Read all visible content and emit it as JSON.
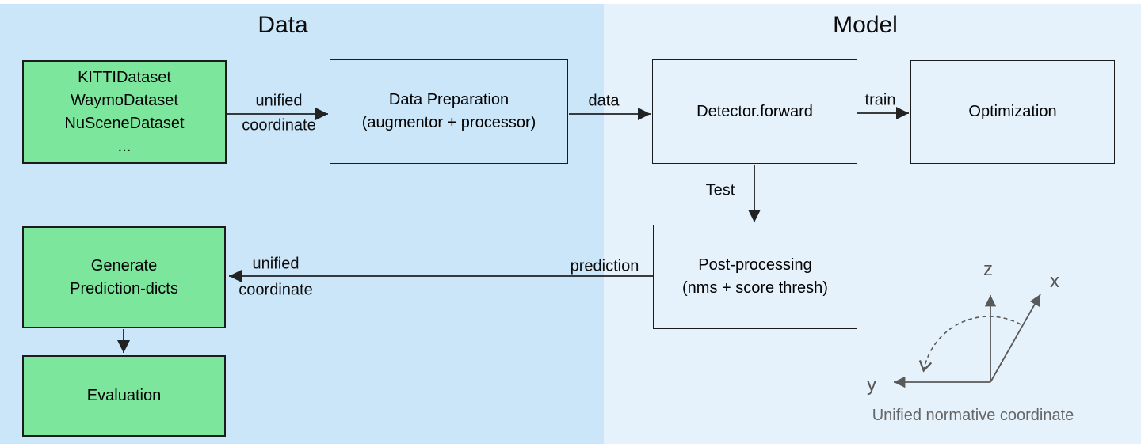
{
  "panels": {
    "data": {
      "title": "Data"
    },
    "model": {
      "title": "Model"
    }
  },
  "nodes": {
    "datasets": {
      "lines": [
        "KITTIDataset",
        "WaymoDataset",
        "NuSceneDataset",
        "..."
      ]
    },
    "data_preparation": {
      "lines": [
        "Data Preparation",
        "(augmentor + processor)"
      ]
    },
    "detector": {
      "label": "Detector.forward"
    },
    "optimization": {
      "label": "Optimization"
    },
    "post_processing": {
      "lines": [
        "Post-processing",
        "(nms + score thresh)"
      ]
    },
    "generate_prediction": {
      "lines": [
        "Generate",
        "Prediction-dicts"
      ]
    },
    "evaluation": {
      "label": "Evaluation"
    }
  },
  "edges": {
    "top_unified": {
      "line1": "unified",
      "line2": "coordinate"
    },
    "data_label": "data",
    "train_label": "train",
    "test_label": "Test",
    "prediction_label": "prediction",
    "bottom_unified": {
      "line1": "unified",
      "line2": "coordinate"
    }
  },
  "coordinate_sketch": {
    "axis_z": "z",
    "axis_x": "x",
    "axis_y": "y",
    "caption": "Unified normative coordinate"
  },
  "colors": {
    "panel_data_bg": "#cbe6f8",
    "panel_model_bg": "#e5f2fc",
    "node_green": "#7ce69d",
    "arrow": "#222222",
    "sketch_gray": "#595959"
  }
}
